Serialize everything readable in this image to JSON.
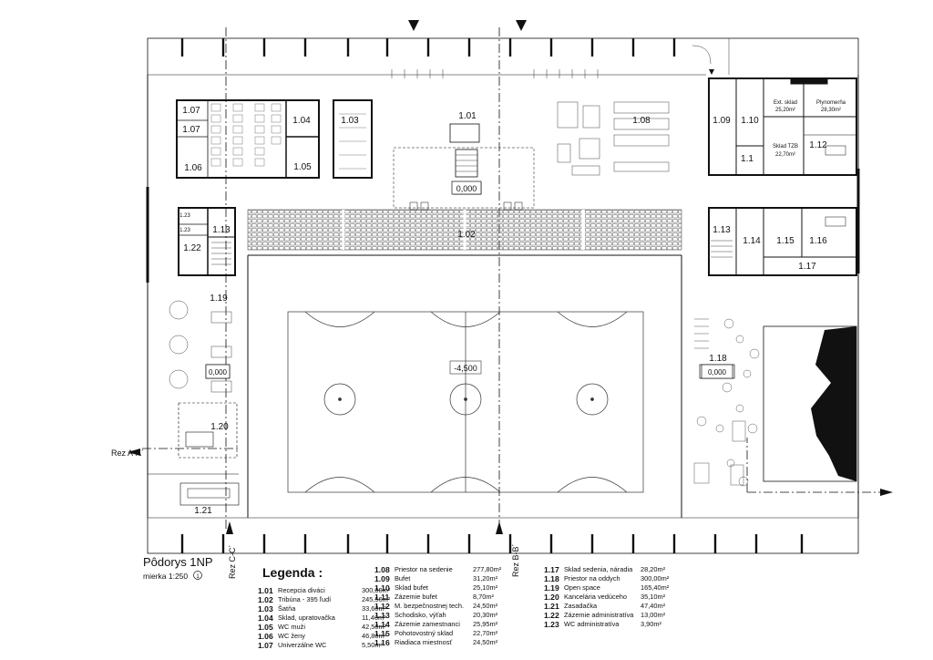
{
  "drawing": {
    "title": "Pôdorys 1NP",
    "scale": "mierka 1:250",
    "scale_mark": "1"
  },
  "sections": {
    "a": "Rez A-A´",
    "b": "Rez B-B´",
    "c": "Rez C-C´"
  },
  "levels": {
    "entry": "0,000",
    "court": "-4,500",
    "office": "0,000",
    "terrace": "0,000"
  },
  "rooms": {
    "r101": "1.01",
    "r102": "1.02",
    "r103": "1.03",
    "r104": "1.04",
    "r105": "1.05",
    "r106": "1.06",
    "r107a": "1.07",
    "r107b": "1.07",
    "r108": "1.08",
    "r109": "1.09",
    "r110": "1.10",
    "r111": "1.1",
    "r112": "1.12",
    "r113a": "1.13",
    "r113b": "1.13",
    "r114": "1.14",
    "r115": "1.15",
    "r116": "1.16",
    "r117": "1.17",
    "r118": "1.18",
    "r119": "1.19",
    "r120": "1.20",
    "r121": "1.21",
    "r122": "1.22",
    "r123a": "1.23",
    "r123b": "1.23"
  },
  "room_notes": {
    "ext_sklad": "Ext. sklad",
    "ext_sklad_area": "25,20m²",
    "plyn": "Plynomerňa",
    "plyn_area": "28,30m²",
    "tzb": "Sklad TZB",
    "tzb_area": "22,70m²"
  },
  "legend": {
    "title": "Legenda :",
    "col1": [
      {
        "code": "1.01",
        "name": "Recepcia diváci",
        "area": "300,00m²"
      },
      {
        "code": "1.02",
        "name": "Tribúna - 395 ľudí",
        "area": "245,50m²"
      },
      {
        "code": "1.03",
        "name": "Šatňa",
        "area": "33,60m²"
      },
      {
        "code": "1.04",
        "name": "Sklad, upratovačka",
        "area": "11,40m²"
      },
      {
        "code": "1.05",
        "name": "WC muži",
        "area": "42,50m²"
      },
      {
        "code": "1.06",
        "name": "WC ženy",
        "area": "46,80m²"
      },
      {
        "code": "1.07",
        "name": "Univerzálne WC",
        "area": "5,50m²"
      }
    ],
    "col2": [
      {
        "code": "1.08",
        "name": "Priestor na sedenie",
        "area": "277,80m²"
      },
      {
        "code": "1.09",
        "name": "Bufet",
        "area": "31,20m²"
      },
      {
        "code": "1.10",
        "name": "Sklad bufet",
        "area": "25,10m²"
      },
      {
        "code": "1.11",
        "name": "Zázemie bufet",
        "area": "8,70m²"
      },
      {
        "code": "1.12",
        "name": "M. bezpečnostnej tech.",
        "area": "24,50m²"
      },
      {
        "code": "1.13",
        "name": "Schodisko, výťah",
        "area": "20,30m²"
      },
      {
        "code": "1.14",
        "name": "Zázemie zamestnanci",
        "area": "25,95m²"
      },
      {
        "code": "1.15",
        "name": "Pohotovostný sklad",
        "area": "22,70m²"
      },
      {
        "code": "1.16",
        "name": "Riadiaca miestnosť",
        "area": "24,50m²"
      }
    ],
    "col3": [
      {
        "code": "1.17",
        "name": "Sklad sedenia, náradia",
        "area": "28,20m²"
      },
      {
        "code": "1.18",
        "name": "Priestor na oddych",
        "area": "300,00m²"
      },
      {
        "code": "1.19",
        "name": "Open space",
        "area": "165,40m²"
      },
      {
        "code": "1.20",
        "name": "Kancelária vedúceho",
        "area": "35,10m²"
      },
      {
        "code": "1.21",
        "name": "Zasadačka",
        "area": "47,40m²"
      },
      {
        "code": "1.22",
        "name": "Zázemie administratíva",
        "area": "13,00m²"
      },
      {
        "code": "1.23",
        "name": "WC administratíva",
        "area": "3,90m²"
      }
    ]
  }
}
